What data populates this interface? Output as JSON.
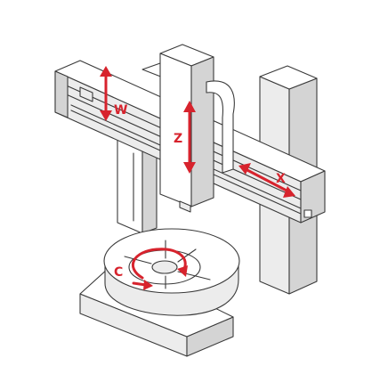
{
  "colors": {
    "line": "#3a3a3a",
    "face_light": "#ffffff",
    "face_mid": "#ececec",
    "face_dark": "#d4d4d4",
    "face_darker": "#bdbdbd",
    "accent": "#d7232d"
  },
  "axes": {
    "w": {
      "label": "W"
    },
    "z": {
      "label": "Z"
    },
    "x": {
      "label": "X"
    },
    "c": {
      "label": "C"
    }
  }
}
